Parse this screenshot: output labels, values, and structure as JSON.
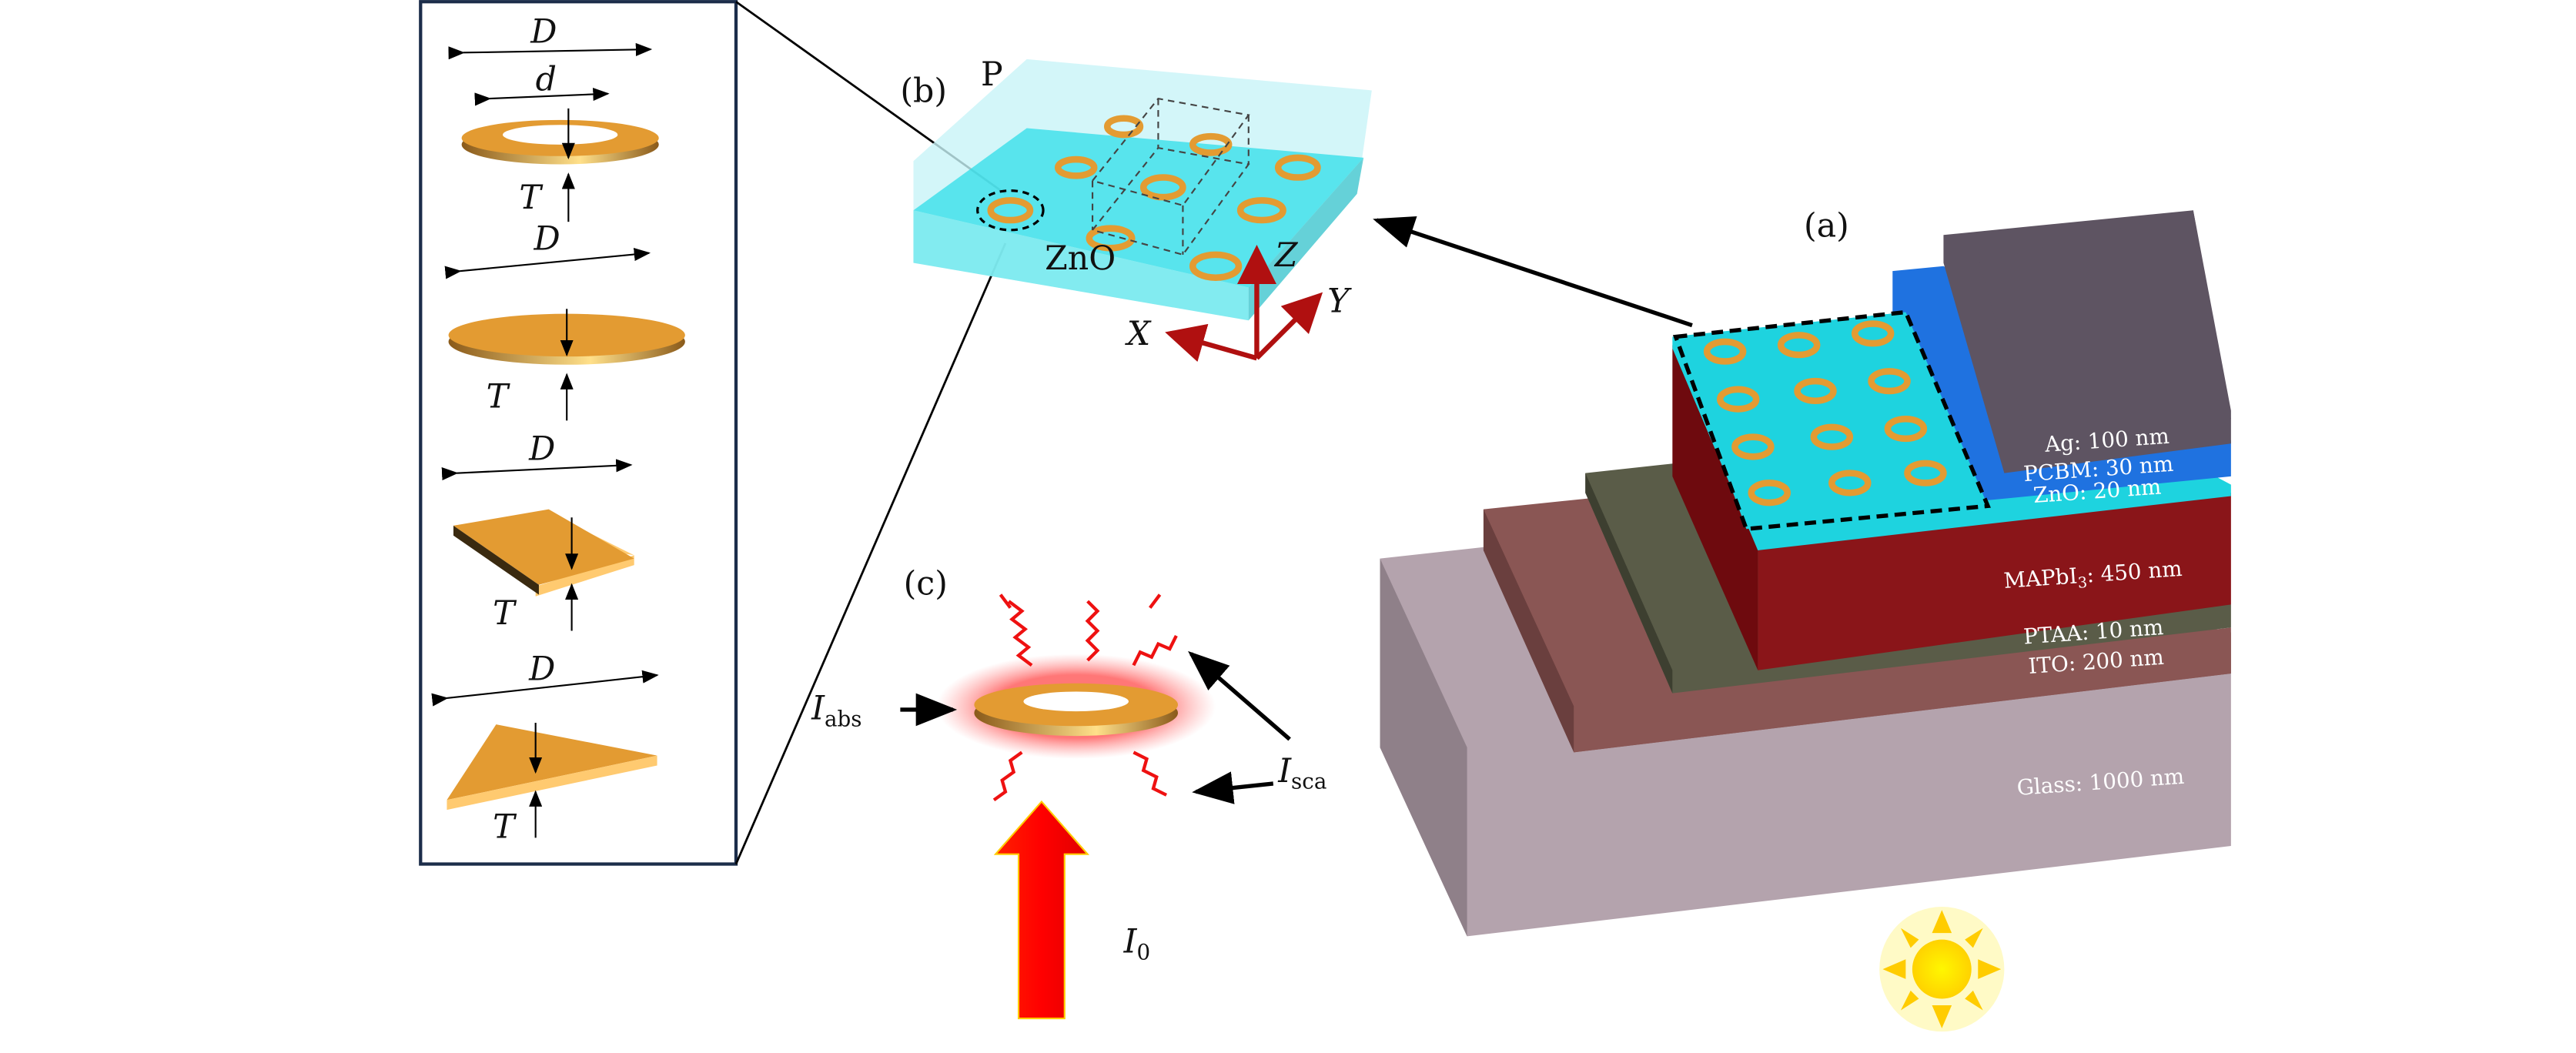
{
  "panels": {
    "a": "(a)",
    "b": "(b)",
    "c": "(c)"
  },
  "shapes_panel": {
    "ring": {
      "outer": "D",
      "inner": "d",
      "thickness": "T"
    },
    "disk": {
      "diameter": "D",
      "thickness": "T"
    },
    "square": {
      "side": "D",
      "thickness": "T"
    },
    "triangle": {
      "side": "D",
      "thickness": "T"
    }
  },
  "unit_cell": {
    "period_label": "P",
    "material": "ZnO",
    "axes": {
      "x": "X",
      "y": "Y",
      "z": "Z"
    }
  },
  "scattering": {
    "absorbed": {
      "symbol": "I",
      "sub": "abs"
    },
    "scattered": {
      "symbol": "I",
      "sub": "sca"
    },
    "incident": {
      "symbol": "I",
      "sub": "0"
    }
  },
  "device_layers": [
    {
      "label": "Ag: 100 nm",
      "color": "#5e5462"
    },
    {
      "label": "PCBM: 30 nm",
      "color": "#1f72e0"
    },
    {
      "label": "ZnO: 20 nm",
      "color": "#1edbe8"
    },
    {
      "label": "MAPbI",
      "sub": "3",
      "suffix": ": 450 nm",
      "color": "#8a1519"
    },
    {
      "label": "PTAA: 10 nm",
      "color": "#5a5c48"
    },
    {
      "label": "ITO: 200 nm",
      "color": "#8a5654"
    },
    {
      "label": "Glass: 1000 nm",
      "color": "#b4a3ad"
    }
  ],
  "colors": {
    "gold": "#e39b32",
    "cyan": "#1ed3df",
    "frame": "#1c2d4a",
    "arrow_red": "#cc1111"
  }
}
